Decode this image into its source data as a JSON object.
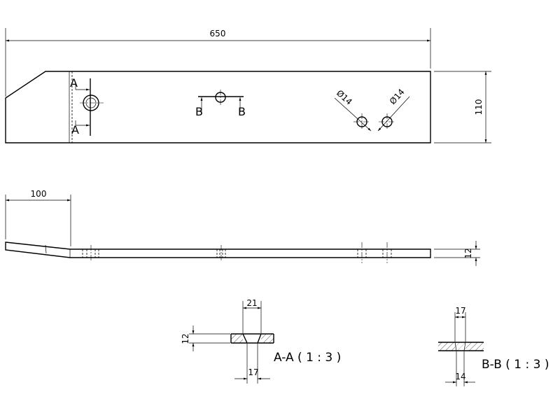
{
  "drawing": {
    "top_view": {
      "overall_length": "650",
      "height": "110",
      "hole_diameter_left": "Ø14",
      "hole_diameter_right": "Ø14",
      "section_a_label": "A",
      "section_b_label": "B"
    },
    "side_view": {
      "bend_length": "100",
      "thickness": "12"
    },
    "section_a": {
      "caption": "A-A ( 1 : 3 )",
      "top_width": "21",
      "bottom_width": "17",
      "thickness": "12"
    },
    "section_b": {
      "caption": "B-B ( 1 : 3 )",
      "top_width": "17",
      "bottom_width": "14"
    }
  }
}
